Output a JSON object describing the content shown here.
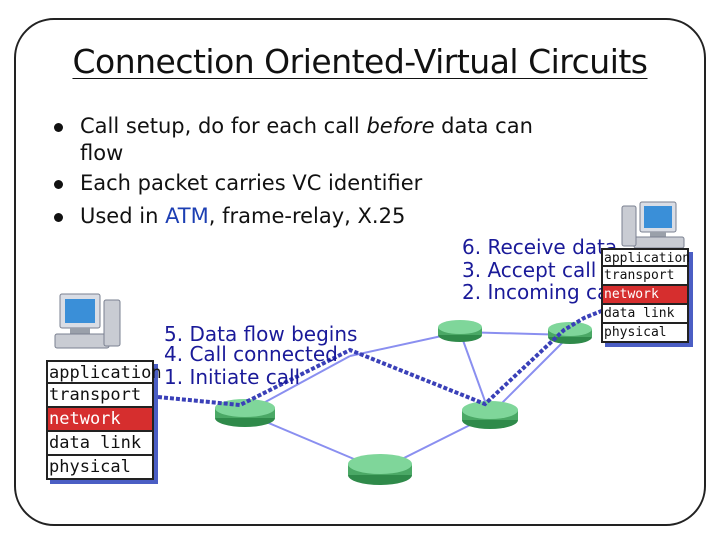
{
  "title": "Connection Oriented-Virtual Circuits",
  "bullets": {
    "b1_pre": "Call setup, do for each call ",
    "b1_italic": "before",
    "b1_post": " data can",
    "b1_cont": "flow",
    "b2": "Each packet carries VC identifier",
    "b3_pre": "Used in ",
    "b3_atm": "ATM",
    "b3_post": ", frame-relay, X.25"
  },
  "left_host": {
    "steps": [
      "5. Data flow begins",
      "4. Call connected",
      "1. Initiate call"
    ],
    "layers": [
      "application",
      "transport",
      "network",
      "data link",
      "physical"
    ]
  },
  "right_host": {
    "steps": [
      "6. Receive data",
      "3. Accept call",
      "2. Incoming call"
    ],
    "layers": [
      "application",
      "transport",
      "network",
      "data link",
      "physical"
    ]
  },
  "colors": {
    "network_layer": "#d62e2e",
    "step_text": "#1a1a99",
    "atm_text": "#1d3fb3",
    "circuit_path": "#3a40b8",
    "router": "#5fbf7a",
    "link": "#8a8ff0"
  },
  "icons": [
    "computer-icon",
    "router-icon"
  ]
}
